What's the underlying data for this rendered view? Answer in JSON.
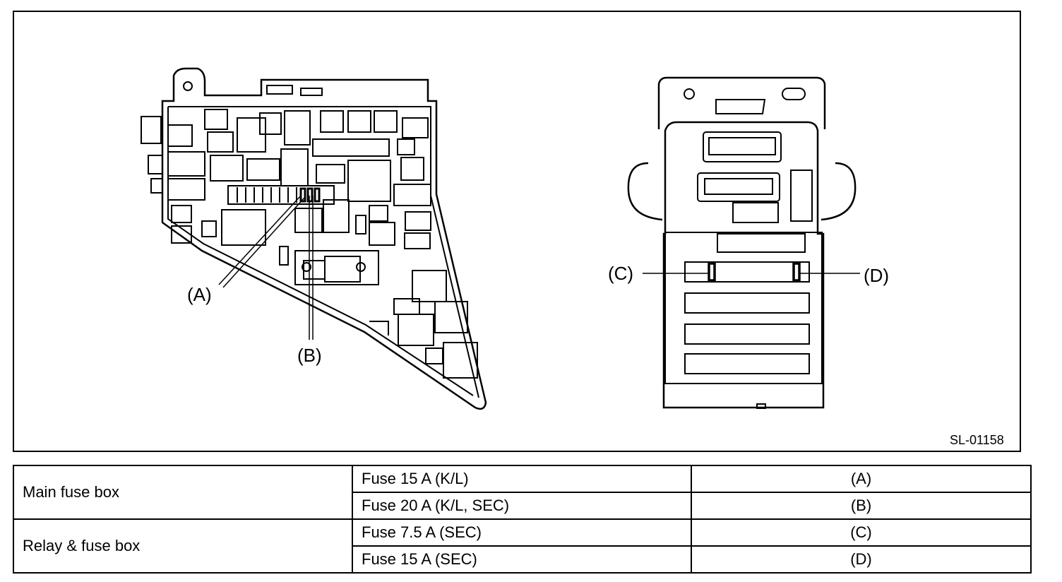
{
  "figure": {
    "callouts": {
      "a": "(A)",
      "b": "(B)",
      "c": "(C)",
      "d": "(D)"
    },
    "figure_code": "SL-01158"
  },
  "table": {
    "rows": [
      {
        "group": "Main fuse box",
        "fuse": "Fuse 15 A (K/L)",
        "ref": "(A)"
      },
      {
        "fuse": "Fuse 20 A (K/L, SEC)",
        "ref": "(B)"
      },
      {
        "group": "Relay & fuse box",
        "fuse": "Fuse 7.5 A (SEC)",
        "ref": "(C)"
      },
      {
        "fuse": "Fuse 15 A (SEC)",
        "ref": "(D)"
      }
    ]
  }
}
